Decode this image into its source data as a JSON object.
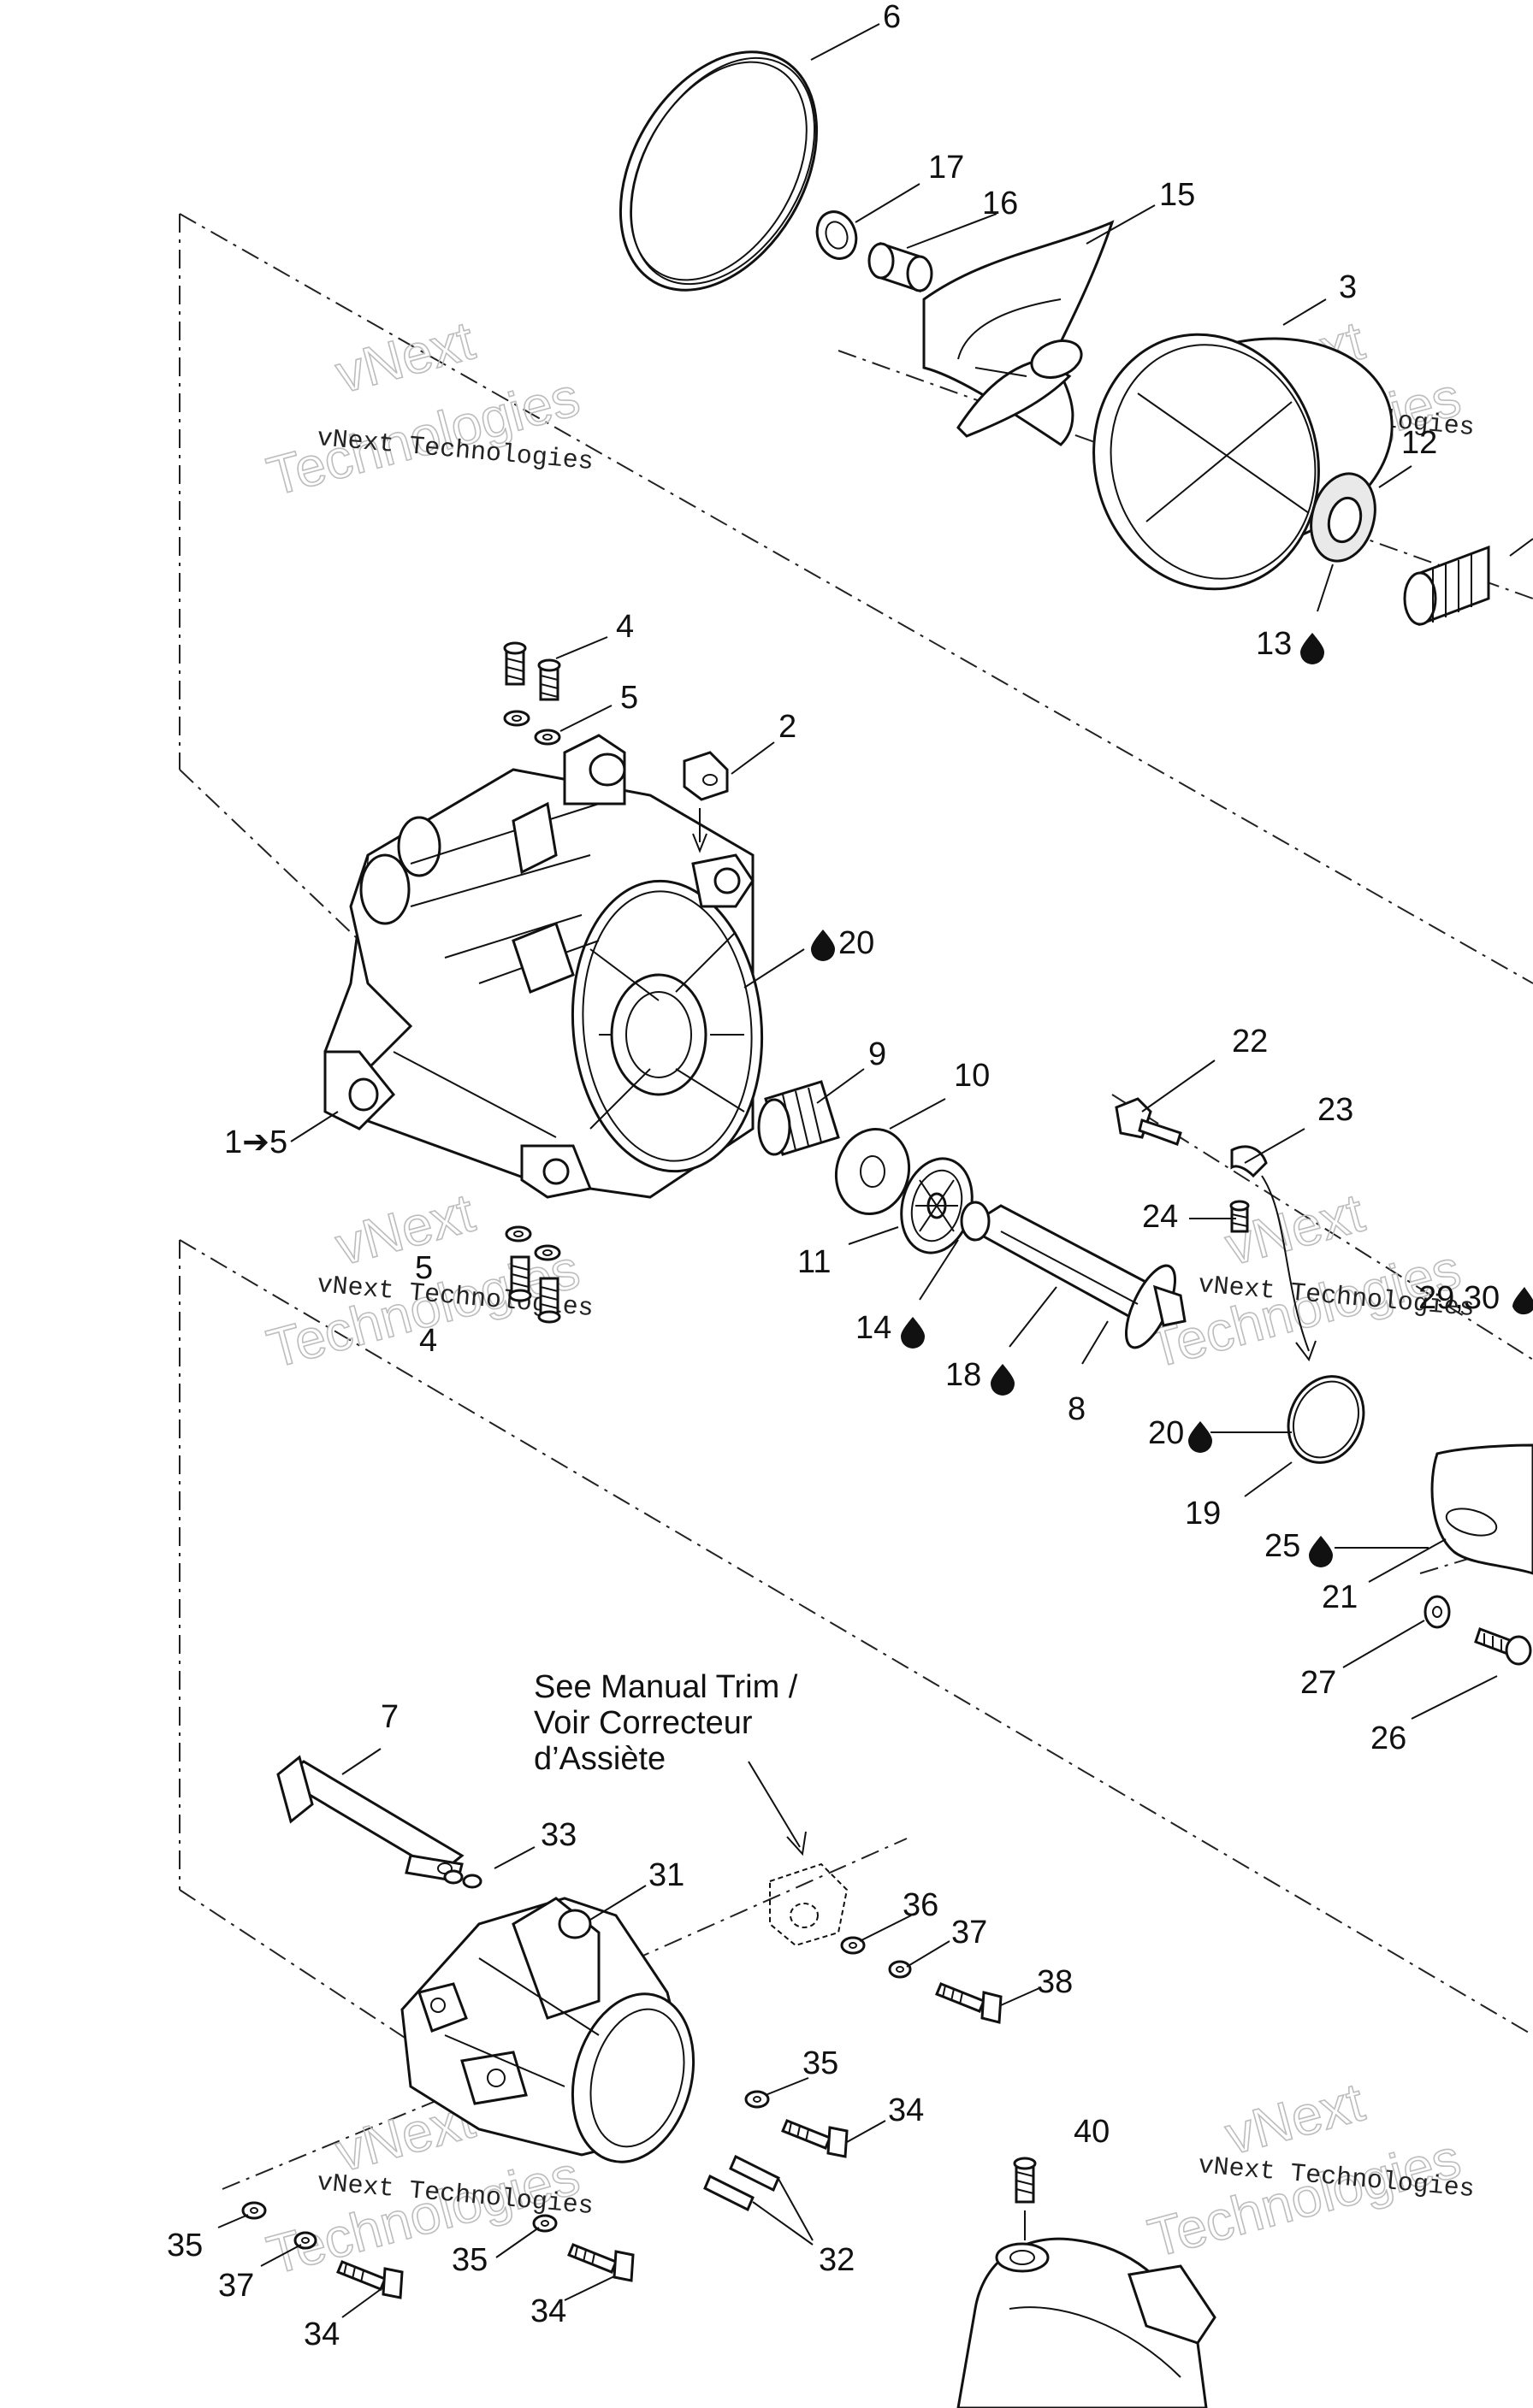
{
  "labels": {
    "l6": "6",
    "l17": "17",
    "l16": "16",
    "l15": "15",
    "l3": "3",
    "l12": "12",
    "l13": "13",
    "l4a": "4",
    "l5a": "5",
    "l2": "2",
    "l20a": "20",
    "l1": "1➔5",
    "l9": "9",
    "l10": "10",
    "l22": "22",
    "l23": "23",
    "l24": "24",
    "l11": "11",
    "l5b": "5",
    "l4b": "4",
    "l14": "14",
    "l18": "18",
    "l8": "8",
    "l2930": "29,30",
    "l20b": "20",
    "l19": "19",
    "l25": "25",
    "l21": "21",
    "l27": "27",
    "l26": "26",
    "l7": "7",
    "l33": "33",
    "l31": "31",
    "l36": "36",
    "l37a": "37",
    "l38": "38",
    "l35a": "35",
    "l34a": "34",
    "l40": "40",
    "l32": "32",
    "l35b": "35",
    "l37b": "37",
    "l35c": "35",
    "l34b": "34",
    "l34c": "34"
  },
  "note": {
    "line1": "See Manual Trim /",
    "line2": "Voir Correcteur",
    "line3": "d’Assiète"
  },
  "watermark": {
    "small": "vNext Technologies",
    "big1": "vNext",
    "big2": "Technologies"
  }
}
